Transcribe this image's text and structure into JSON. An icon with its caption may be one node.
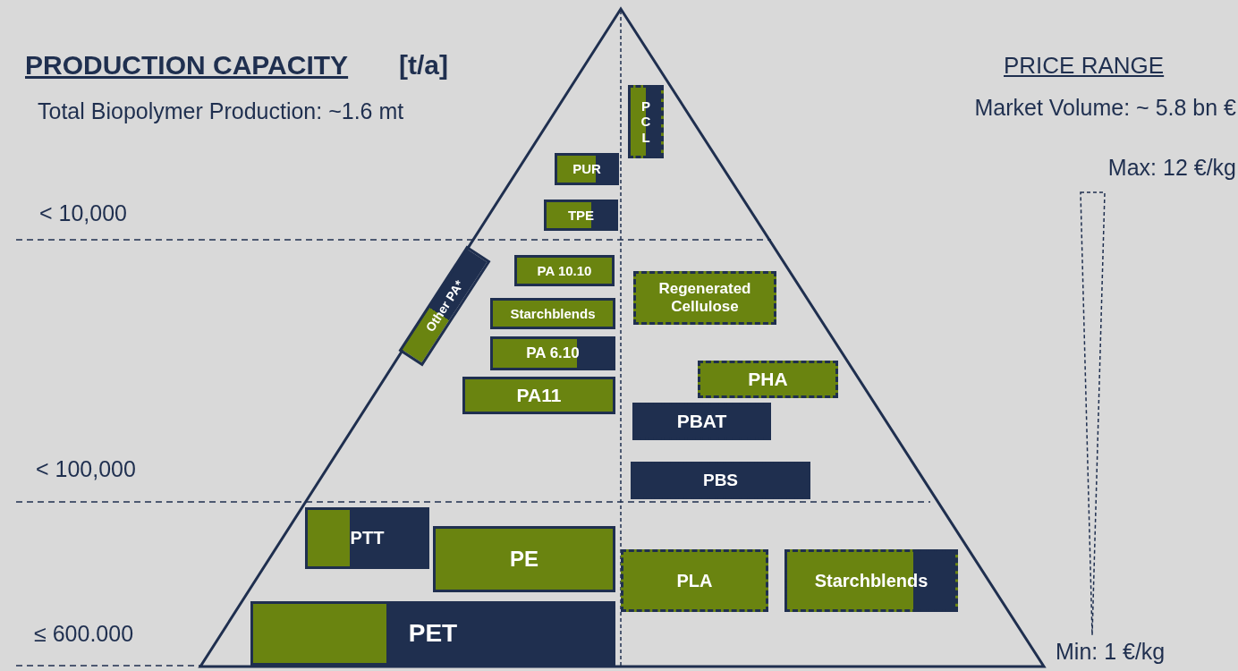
{
  "diagram": {
    "nodes": [
      {
        "text": [
          "P C L"
        ]
      },
      {
        "text": [
          "PUR"
        ]
      },
      {
        "text": [
          "TPE"
        ]
      },
      {
        "text": [
          "Other PA*"
        ]
      },
      {
        "text": [
          "PA 10.10"
        ]
      },
      {
        "text": [
          "Regenerated Cellulose"
        ]
      },
      {
        "text": [
          "Starchblends"
        ]
      },
      {
        "text": [
          "PA 6.10"
        ]
      },
      {
        "text": [
          "PHA"
        ]
      },
      {
        "text": [
          "PA11"
        ]
      },
      {
        "text": [
          "PBAT"
        ]
      },
      {
        "text": [
          "PBS"
        ]
      },
      {
        "text": [
          "PTT"
        ]
      },
      {
        "text": [
          "PE"
        ]
      },
      {
        "text": [
          "PLA"
        ]
      },
      {
        "text": [
          "Starchblends"
        ]
      },
      {
        "text": [
          "PET"
        ]
      }
    ],
    "labels": [
      "PRODUCTION CAPACITY",
      "[t/a]",
      "PRICE RANGE",
      "Total Biopolymer Production: ~1.6 mt",
      "Market Volume: ~ 5.8 bn €",
      "Max: 12 €/kg",
      "< 10,000",
      "< 100,000",
      "≤ 600.000",
      "Min: 1 €/kg"
    ]
  }
}
